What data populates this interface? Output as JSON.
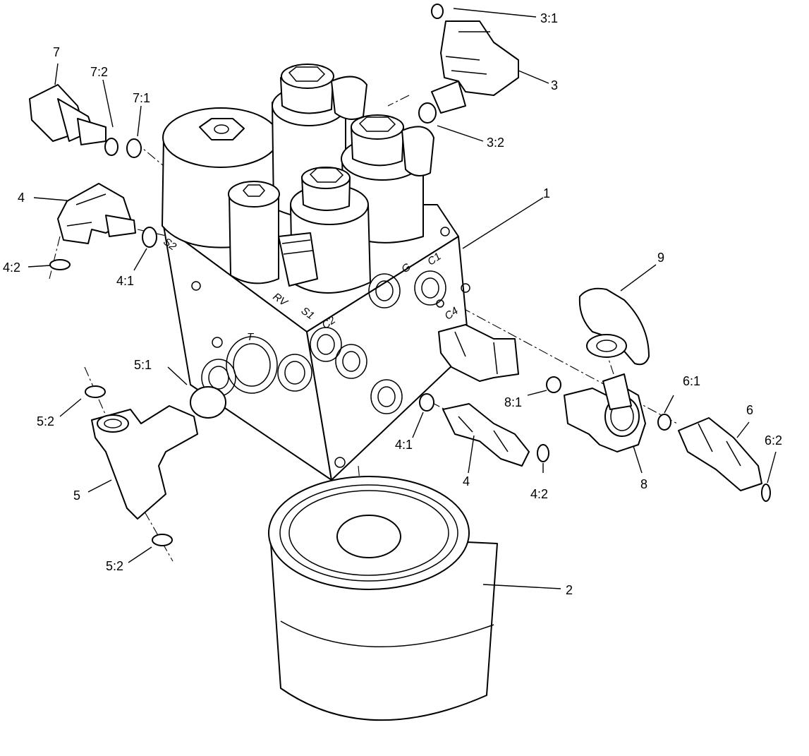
{
  "callouts": [
    {
      "id": "c-1",
      "text": "1"
    },
    {
      "id": "c-2",
      "text": "2"
    },
    {
      "id": "c-3",
      "text": "3"
    },
    {
      "id": "c-3-1",
      "text": "3:1"
    },
    {
      "id": "c-3-2",
      "text": "3:2"
    },
    {
      "id": "c-4a",
      "text": "4"
    },
    {
      "id": "c-4b",
      "text": "4"
    },
    {
      "id": "c-4-1a",
      "text": "4:1"
    },
    {
      "id": "c-4-1b",
      "text": "4:1"
    },
    {
      "id": "c-4-2a",
      "text": "4:2"
    },
    {
      "id": "c-4-2b",
      "text": "4:2"
    },
    {
      "id": "c-5",
      "text": "5"
    },
    {
      "id": "c-5-1",
      "text": "5:1"
    },
    {
      "id": "c-5-2a",
      "text": "5:2"
    },
    {
      "id": "c-5-2b",
      "text": "5:2"
    },
    {
      "id": "c-6",
      "text": "6"
    },
    {
      "id": "c-6-1",
      "text": "6:1"
    },
    {
      "id": "c-6-2",
      "text": "6:2"
    },
    {
      "id": "c-7",
      "text": "7"
    },
    {
      "id": "c-7-1",
      "text": "7:1"
    },
    {
      "id": "c-7-2",
      "text": "7:2"
    },
    {
      "id": "c-8",
      "text": "8"
    },
    {
      "id": "c-8-1",
      "text": "8:1"
    },
    {
      "id": "c-9",
      "text": "9"
    }
  ],
  "port_labels": {
    "s2": "S2",
    "rv": "RV",
    "s1": "S1",
    "c2": "C2",
    "g": "G",
    "c1": "C1",
    "c4": "C4",
    "t": "T"
  }
}
